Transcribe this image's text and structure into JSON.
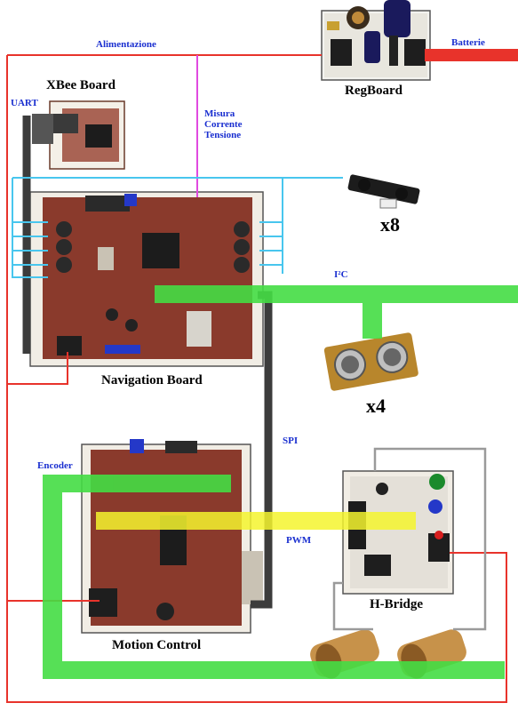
{
  "labels": {
    "xbee_board": "XBee Board",
    "reg_board": "RegBoard",
    "navigation_board": "Navigation Board",
    "motion_control": "Motion Control",
    "h_bridge": "H-Bridge",
    "alimentazione": "Alimentazione",
    "batterie": "Batterie",
    "uart": "UART",
    "misura_line1": "Misura",
    "misura_line2": "Corrente",
    "misura_line3": "Tensione",
    "i2c": "I²C",
    "spi": "SPI",
    "encoder": "Encoder",
    "pwm": "PWM",
    "ir_count": "x8",
    "ultrasonic_count": "x4"
  },
  "colors": {
    "power": "#e8332b",
    "measure": "#e04ae0",
    "i2c": "#44dd44",
    "pwm": "#f4f42e",
    "spi": "#3c3c3c",
    "ir_bus": "#48c6ee",
    "grey_wire": "#9a9a9a",
    "pcb": "#8a3a2c",
    "label_blue": "#1a2fd0"
  }
}
